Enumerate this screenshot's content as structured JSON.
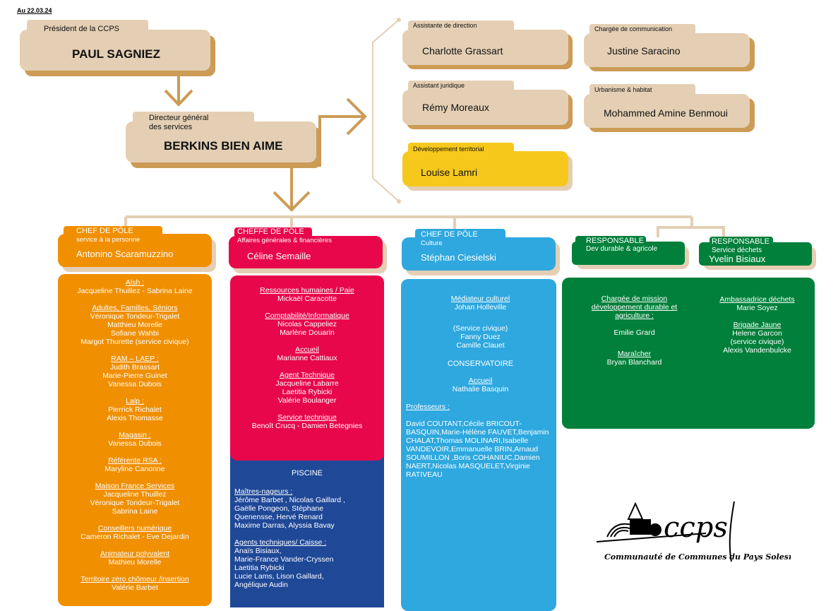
{
  "date": "Au 22.03.24",
  "president": {
    "role": "Président de la CCPS",
    "name": "PAUL SAGNIEZ"
  },
  "dg": {
    "role1": "Directeur général",
    "role2": "des services",
    "name": "BERKINS BIEN AIME"
  },
  "staff": [
    {
      "role": "Assistante de direction",
      "name": "Charlotte Grassart"
    },
    {
      "role": "Chargée de communication",
      "name": "Justine Saracino"
    },
    {
      "role": "Assistant juridique",
      "name": "Rémy Moreaux"
    },
    {
      "role": "Urbanisme & habitat",
      "name": "Mohammed Amine Benmoui"
    },
    {
      "role": "Développement territorial",
      "name": "Louise Lamri"
    }
  ],
  "poles": [
    {
      "title": "CHEF DE PÔLE",
      "sub": "service à la personne",
      "name": "Antonino Scaramuzzino"
    },
    {
      "title": "CHEFFE DE PÔLE",
      "sub": "Affaires générales & financières",
      "name": "Céline Semaille"
    },
    {
      "title": "CHEF DE PÔLE",
      "sub": "Culture",
      "name": "Stéphan Ciesielski"
    },
    {
      "title": "RESPONSABLE",
      "sub": "Dev durable & agricole",
      "name": ""
    },
    {
      "title": "RESPONSABLE",
      "sub": "Service déchets",
      "name": "Yvelin Bisiaux"
    }
  ],
  "orange_sections": [
    {
      "title": "Alsh :",
      "lines": [
        "Jacqueline Thuillez - Sabrina Laine"
      ]
    },
    {
      "title": "Adultes, Familles, Séniors",
      "lines": [
        "Véronique Tondeur-Trigalet",
        "Matthieu Morelle",
        "Sofiane Wahbi",
        "Margot Thurette (service civique)"
      ]
    },
    {
      "title": "RAM – LAEP :",
      "lines": [
        "Judith Brassart",
        "Marie-Pierre Guinet",
        "Vanessa Dubois"
      ]
    },
    {
      "title": "Lalp :",
      "lines": [
        "Pierrick Richalet",
        "Alexis Thomasse"
      ]
    },
    {
      "title": "Magasin :",
      "lines": [
        "Vanessa Dubois"
      ]
    },
    {
      "title": "Référente RSA :",
      "lines": [
        "Maryline Canonne"
      ]
    },
    {
      "title": "Maison France Services",
      "lines": [
        "Jacqueline Thuillez",
        "Véronique Tondeur-Trigalet",
        "Sabrina Laine"
      ]
    },
    {
      "title": "Conseillers numérique",
      "lines": [
        "Cameron Richalet - Eve Dejardin"
      ]
    },
    {
      "title": "Animateur polyvalent",
      "lines": [
        "Mathieu Morelle"
      ]
    },
    {
      "title": "Territoire zéro chômeur /insertion",
      "lines": [
        "Valérie Barbet"
      ]
    }
  ],
  "red_sections": [
    {
      "title": "Ressources humaines / Paie",
      "lines": [
        "Mickaël Caracotte"
      ]
    },
    {
      "title": "Comptabilité/Informatique",
      "lines": [
        "Nicolas Cappeliez",
        "Marlène  Douarin"
      ]
    },
    {
      "title": "Accueil",
      "lines": [
        "Marianne Cattiaux"
      ]
    },
    {
      "title": "Agent Technique",
      "lines": [
        "Jacqueline Labarre",
        "Laetitia Rybicki",
        "Valérie Boulanger"
      ]
    },
    {
      "title": "Service technique",
      "lines": [
        "Benoît Crucq - Damien Betegnies"
      ]
    }
  ],
  "piscine": {
    "title": "PISCINE",
    "sections": [
      {
        "title": "Maîtres-nageurs :",
        "lines": [
          "Jérôme Barbet , Nicolas Gaillard ,",
          "Gaëlle Pongeon, Stéphane",
          "Quenensse, Hervé Renard",
          "Maxime Darras, Alyssia Bavay"
        ]
      },
      {
        "title": "Agents  techniques/ Caisse :",
        "lines": [
          "Anaïs Bisiaux,",
          "Marie-France Vander-Cryssen",
          "Laetitia Rybicki",
          "Lucie Lams, Lison Gaillard,",
          "Angélique Audin"
        ]
      }
    ]
  },
  "culture": {
    "mediateur_title": "Médiateur culturel",
    "mediateur": "Johan Holleville",
    "civique_title": "(Service civique)",
    "civique": [
      "Fanny Duez",
      "Camille Clauet"
    ],
    "conservatoire": "CONSERVATOIRE",
    "accueil_title": "Accueil",
    "accueil": "Nathalie Basquin",
    "profs_title": "Professeurs :",
    "profs": [
      "David COUTANT,",
      "Cécile BRICOUT-BASQUIN,",
      "Marie-Hélène FAUVET,",
      "Benjamin CHALAT,",
      "Thomas MOLINARI,",
      "Isabelle VANDEVOIR,",
      "Emmanuelle BRIN,",
      "Arnaud SOUMILLON ,",
      "Boris COHANIUC,",
      "Damien NAERT,",
      "Nicolas MASQUELET,",
      "Virginie RATIVEAU"
    ]
  },
  "green_left": [
    {
      "title": "Chargée de mission développement durable et agriculture :",
      "lines": [
        "",
        "Emilie Grard"
      ]
    },
    {
      "title": "Maraîcher",
      "lines": [
        "Bryan Blanchard"
      ]
    }
  ],
  "green_right": [
    {
      "title": "Ambassadrice déchets",
      "lines": [
        "Marie Soyez"
      ]
    },
    {
      "title": "Brigade Jaune",
      "lines": [
        "Helene Garcon",
        "(service civique)",
        "Alexis Vandenbulcke"
      ]
    }
  ],
  "logo": {
    "mark": "ccps",
    "text": "Communauté de Communes du Pays Solesmois"
  },
  "colors": {
    "beige": "#e4cfb4",
    "tan": "#cc9b55",
    "orange": "#f08f00",
    "red": "#e8074a",
    "blue": "#2ea8df",
    "navy": "#1f4897",
    "green": "#00803a",
    "yellow": "#f7c81c"
  }
}
